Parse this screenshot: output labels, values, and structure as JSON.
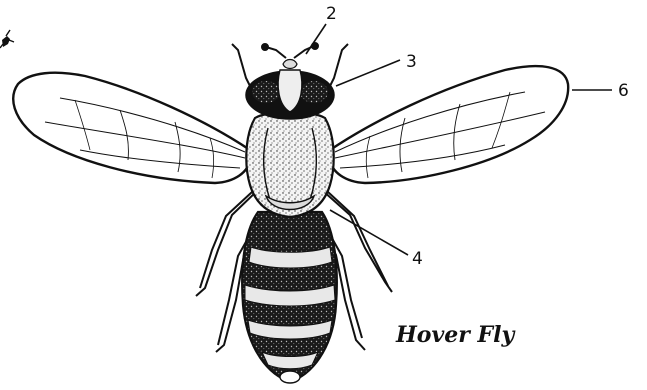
{
  "caption": "Hover Fly",
  "labels": {
    "label_2": "2",
    "label_3": "3",
    "label_4": "4",
    "label_6": "6"
  },
  "colors": {
    "ink": "#111111",
    "paper": "#ffffff",
    "thorax_speckle": "#f2f2f2"
  },
  "icons": {
    "corner_fragment": "small-insect-icon"
  }
}
